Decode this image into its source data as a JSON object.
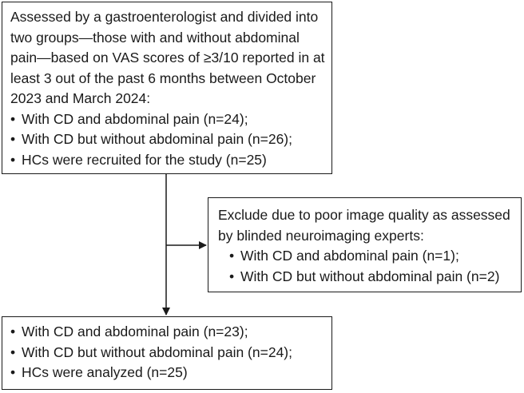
{
  "top_box": {
    "intro": "Assessed by a gastroenterologist and divided into two groups—those with and without abdominal pain—based on VAS scores of ≥3/10 reported in at least 3 out of the past 6 months between October 2023 and March 2024:",
    "items": [
      "With CD and abdominal pain (n=24);",
      "With CD but without abdominal pain (n=26);",
      "HCs were recruited for the study (n=25)"
    ]
  },
  "exclude_box": {
    "intro": "Exclude due to poor image quality as assessed by blinded neuroimaging experts:",
    "items": [
      "With CD and abdominal pain (n=1);",
      "With CD but without abdominal pain (n=2)"
    ]
  },
  "bottom_box": {
    "items": [
      "With CD and abdominal pain (n=23);",
      "With CD but without abdominal pain (n=24);",
      "HCs were analyzed (n=25)"
    ]
  },
  "bullet_glyph": "•",
  "colors": {
    "stroke": "#1a1a1a",
    "background": "#ffffff"
  }
}
